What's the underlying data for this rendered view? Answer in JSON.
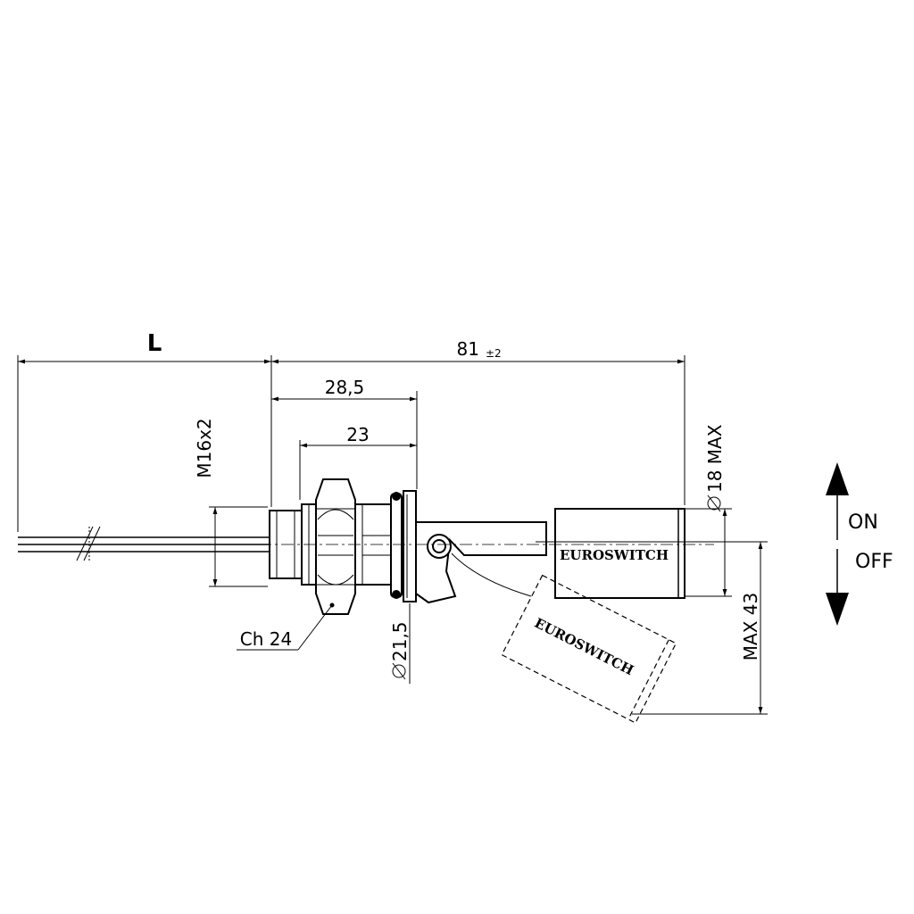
{
  "dimensions": {
    "L": "L",
    "length_81": "81",
    "tol_81": "±2",
    "d_28_5": "28,5",
    "d_23": "23",
    "thread": "M16x2",
    "dia_18": "18 MAX",
    "dia_21_5": "21,5",
    "hex": "Ch 24",
    "max_43": "MAX 43"
  },
  "brand": "EUROSWITCH",
  "switch_states": {
    "on": "ON",
    "off": "OFF"
  }
}
